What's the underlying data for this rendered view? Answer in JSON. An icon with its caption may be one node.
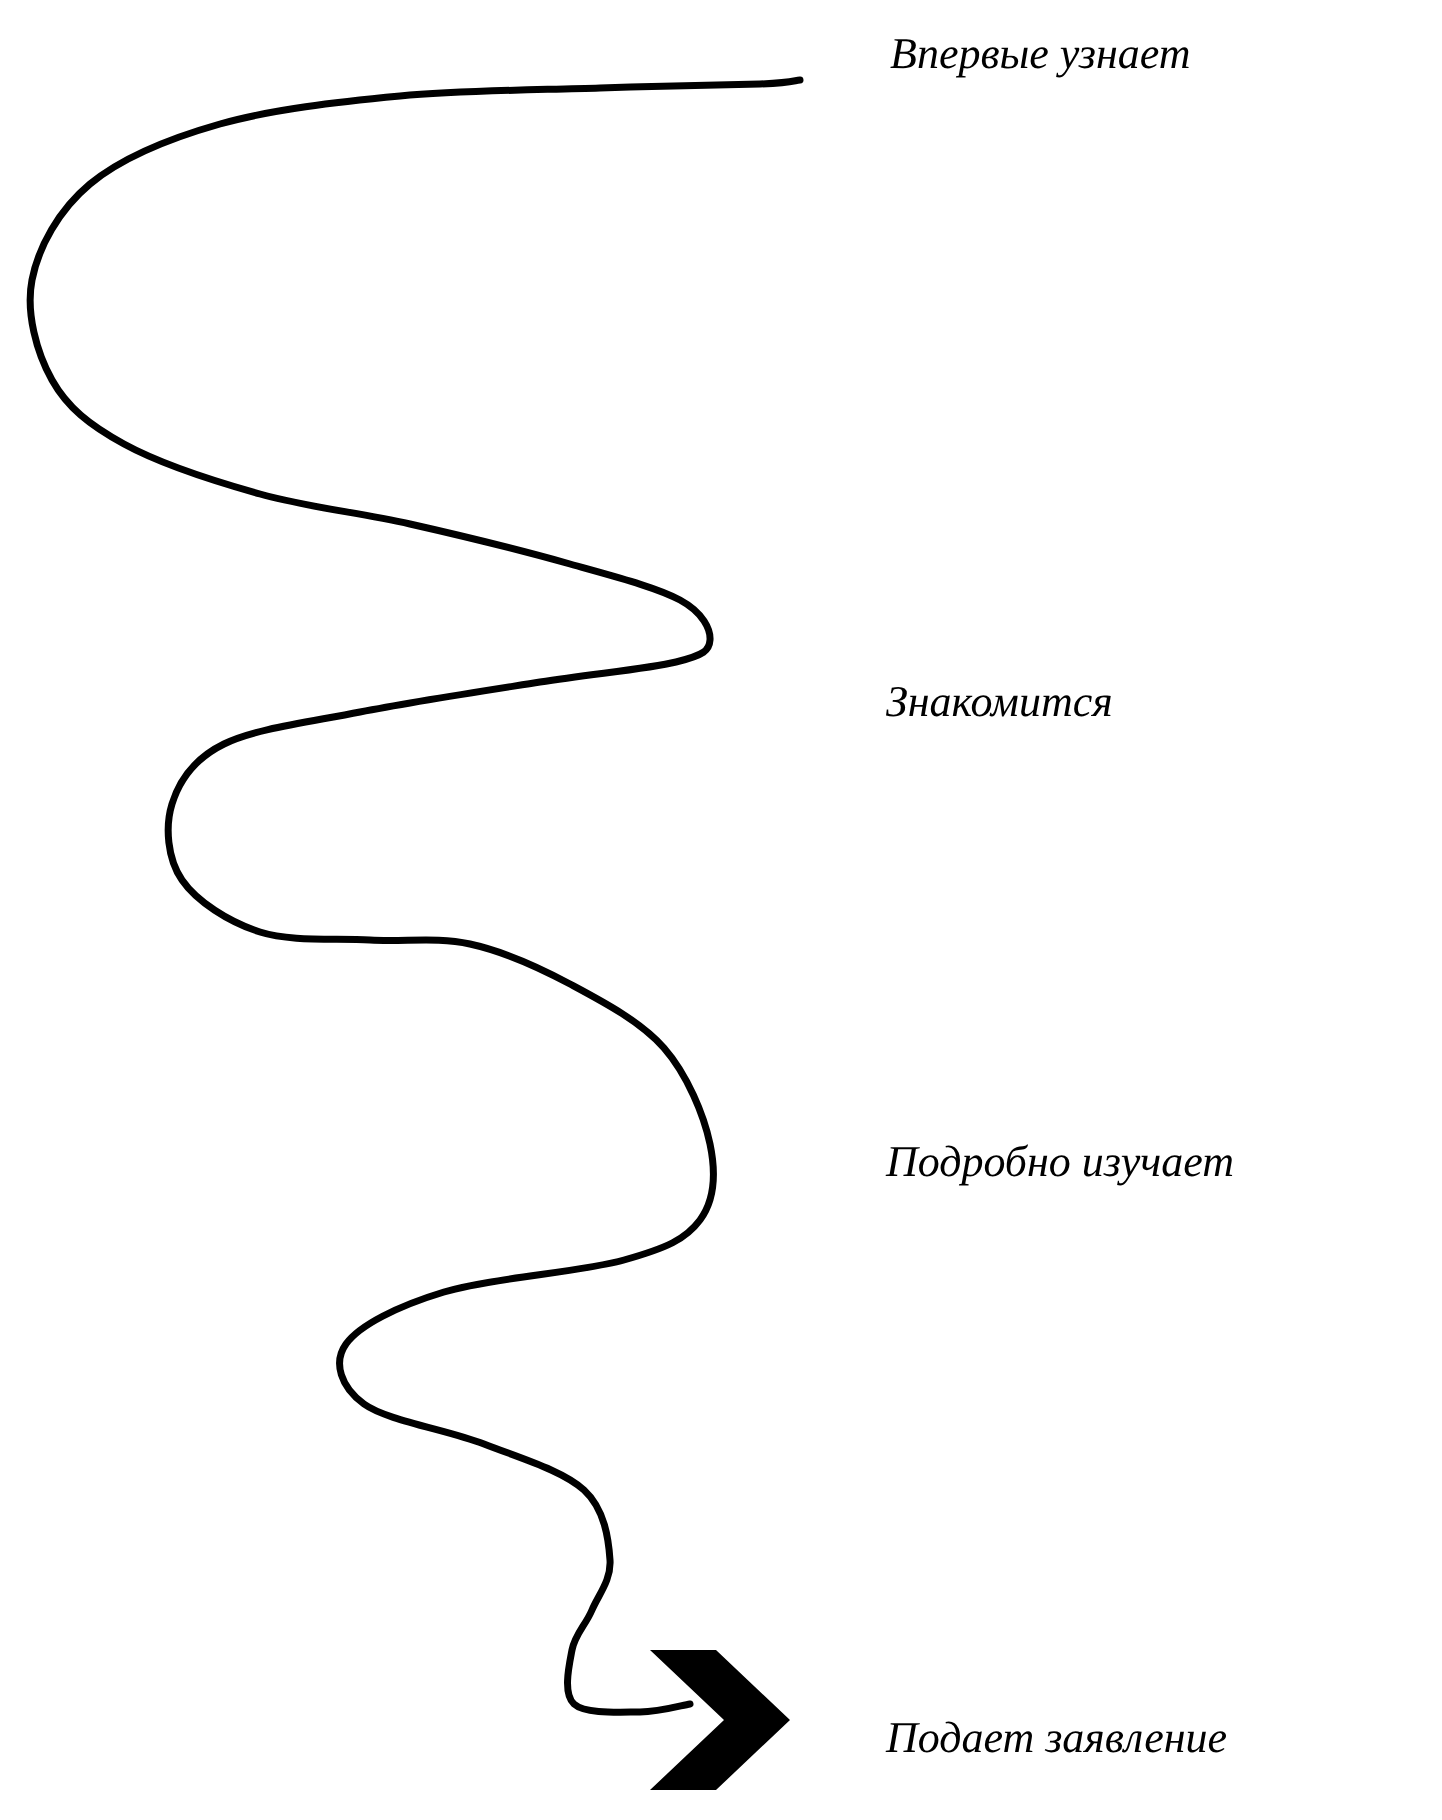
{
  "diagram": {
    "labels": [
      "Впервые узнает",
      "Знакомится",
      "Подробно изучает",
      "Подает заявление"
    ]
  }
}
